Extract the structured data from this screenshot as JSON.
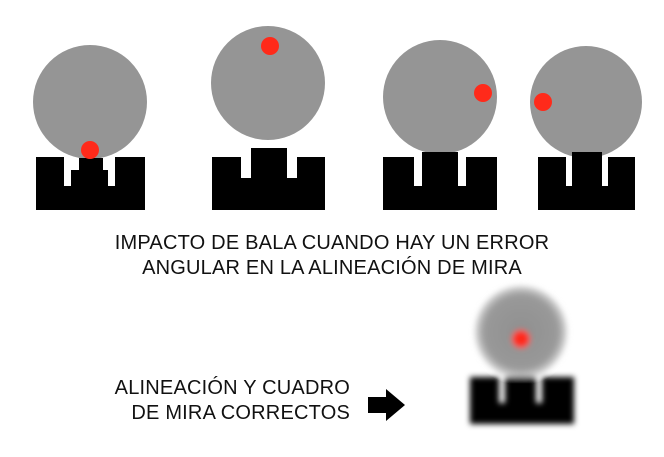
{
  "colors": {
    "target": "#959595",
    "impact": "#ff2a1a",
    "sight": "#000000",
    "background": "#ffffff"
  },
  "icons": {
    "arrow": "right-arrow-icon"
  },
  "error_caption": {
    "line1": "IMPACTO DE BALA CUANDO HAY UN ERROR",
    "line2": "ANGULAR EN LA ALINEACIÓN DE MIRA"
  },
  "correct_caption": {
    "line1": "ALINEACIÓN Y CUADRO",
    "line2": "DE MIRA CORRECTOS"
  }
}
